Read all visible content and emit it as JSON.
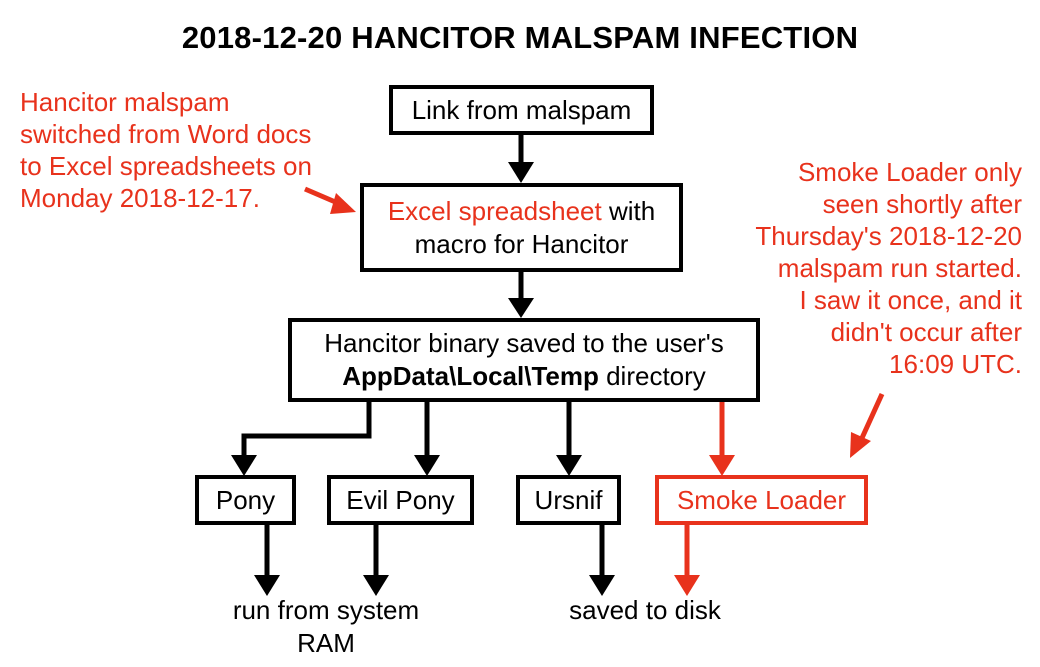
{
  "title": "2018-12-20 HANCITOR MALSPAM INFECTION",
  "colors": {
    "annotation": "#e8321c",
    "default": "#000000"
  },
  "nodes": {
    "link": {
      "label": "Link from malspam"
    },
    "excel": {
      "line1_red": "Excel spreadsheet",
      "line1_rest": " with",
      "line2": "macro for Hancitor"
    },
    "binary": {
      "line1": "Hancitor binary saved to the user's",
      "line2_bold": "AppData\\Local\\Temp",
      "line2_rest": " directory"
    },
    "pony": {
      "label": "Pony"
    },
    "evil_pony": {
      "label": "Evil Pony"
    },
    "ursnif": {
      "label": "Ursnif"
    },
    "smoke_loader": {
      "label": "Smoke Loader"
    }
  },
  "captions": {
    "ram": {
      "line1": "run from system",
      "line2": "RAM"
    },
    "disk": {
      "line1": "saved to disk"
    }
  },
  "notes": {
    "left": [
      "Hancitor malspam",
      "switched from Word docs",
      "to Excel spreadsheets on",
      "Monday 2018-12-17."
    ],
    "right": [
      "Smoke Loader only",
      "seen shortly after",
      "Thursday's 2018-12-20",
      "malspam run started.",
      "I saw it once, and it",
      "didn't occur after",
      "16:09 UTC."
    ]
  }
}
